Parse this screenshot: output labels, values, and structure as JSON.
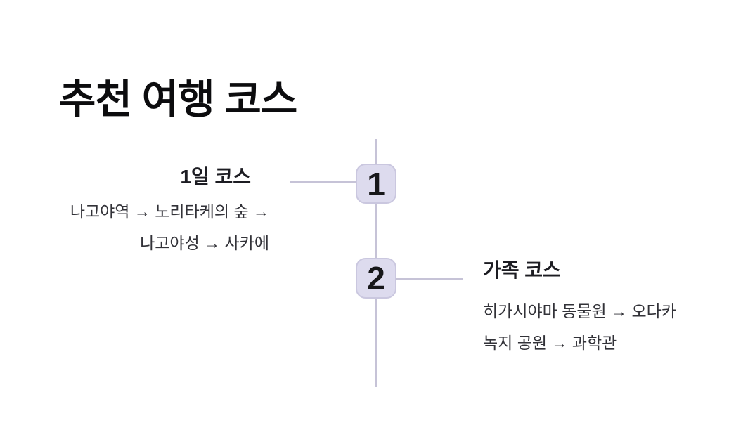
{
  "page": {
    "title": "추천 여행 코스",
    "background_color": "#ffffff"
  },
  "timeline": {
    "line_color": "#c6c3d7",
    "node_background_color": "#dddbee",
    "node_border_color": "#cac7df",
    "items": [
      {
        "number": "1",
        "title": "1일 코스",
        "side": "left",
        "route_lines": [
          "나고야역 → 노리타케의 숲 →",
          "나고야성 → 사카에"
        ]
      },
      {
        "number": "2",
        "title": "가족 코스",
        "side": "right",
        "route_lines": [
          "히가시야마 동물원 → 오다카",
          "녹지 공원 → 과학관"
        ]
      }
    ]
  }
}
